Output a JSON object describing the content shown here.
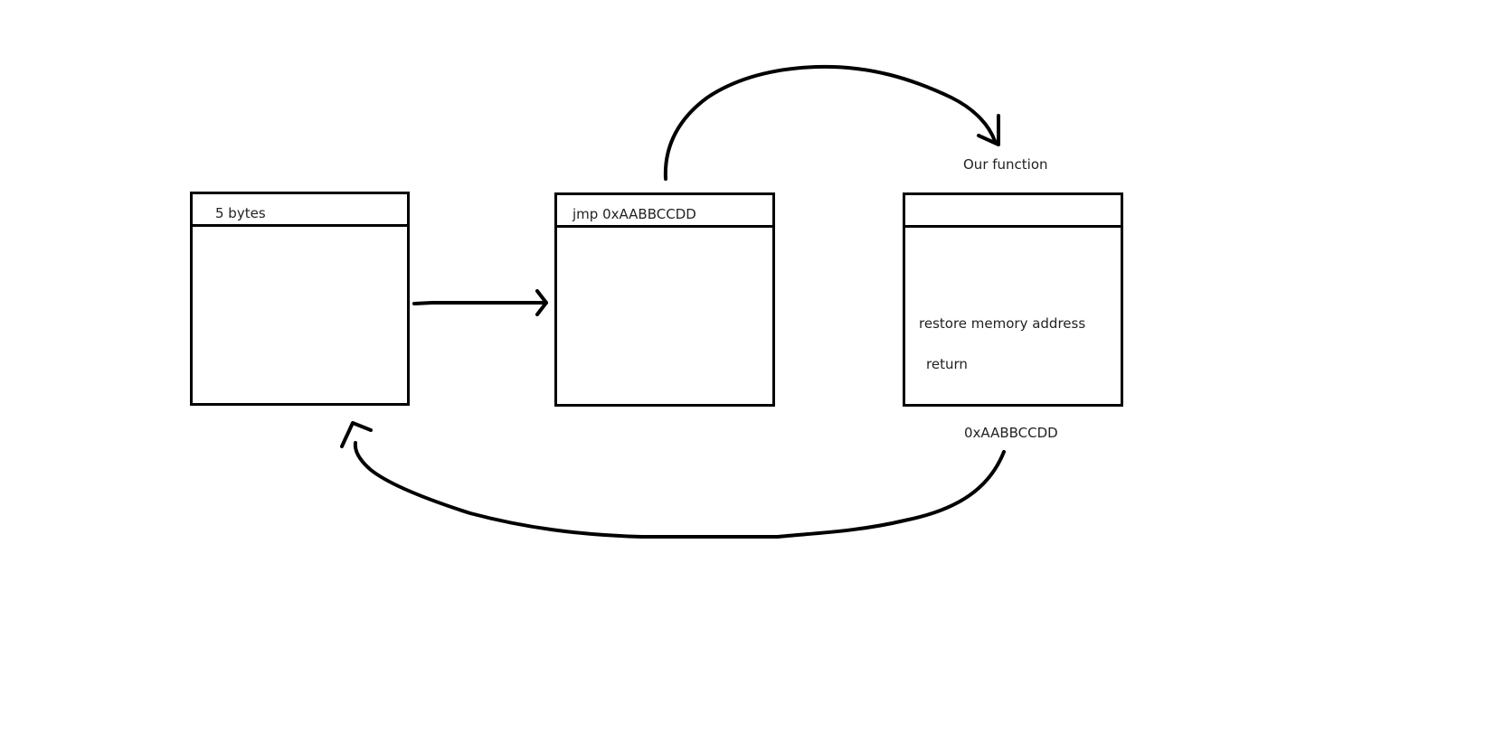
{
  "boxes": {
    "original": {
      "header_label": "5 bytes"
    },
    "patched": {
      "header_label": "jmp 0xAABBCCDD"
    },
    "hook": {
      "header_label": "",
      "lines": [
        "restore memory address",
        "return"
      ]
    }
  },
  "labels": {
    "hook_title": "Our function",
    "hook_address": "0xAABBCCDD"
  },
  "arrows": [
    {
      "from": "original",
      "to": "patched"
    },
    {
      "from": "patched",
      "to": "hook"
    },
    {
      "from": "hook",
      "to": "original"
    }
  ]
}
